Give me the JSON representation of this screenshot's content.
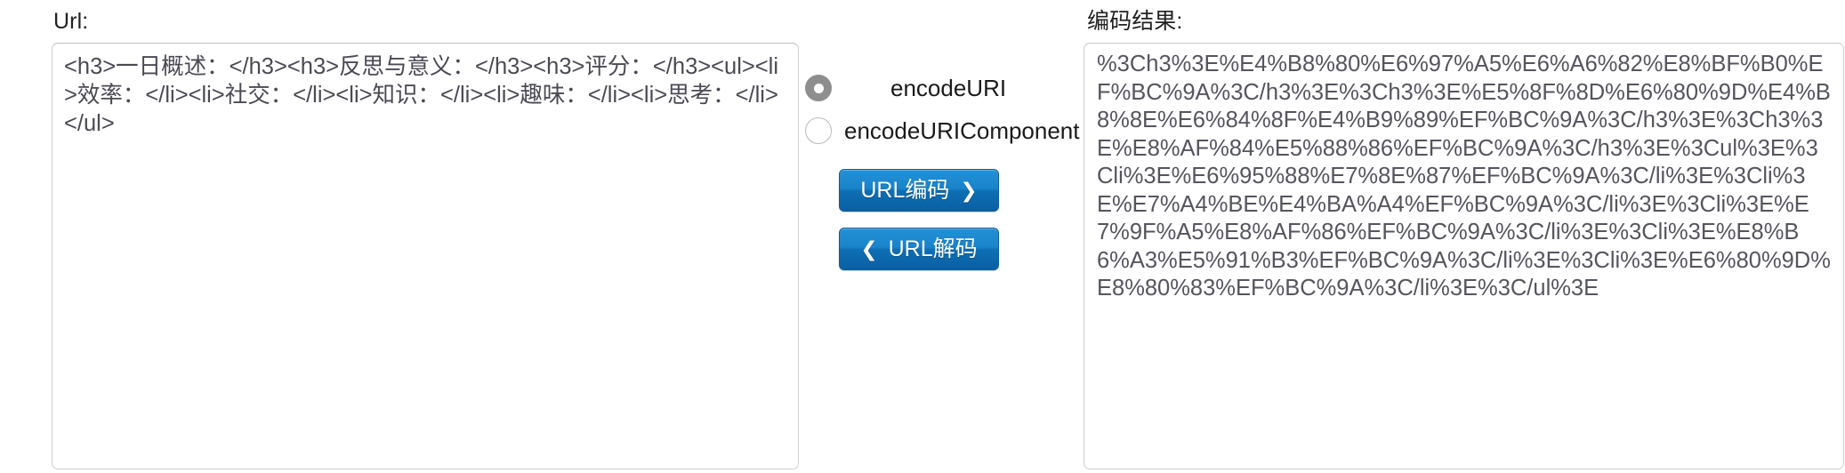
{
  "left": {
    "label": "Url:",
    "input_value": "<h3>一日概述：</h3><h3>反思与意义：</h3><h3>评分：</h3><ul><li>效率：</li><li>社交：</li><li>知识：</li><li>趣味：</li><li>思考：</li></ul>",
    "placeholder": ""
  },
  "center": {
    "radios": [
      {
        "id": "encodeURI",
        "label": "encodeURI",
        "checked": true
      },
      {
        "id": "encodeURIComponent",
        "label": "encodeURIComponent",
        "checked": false
      }
    ],
    "encode_button": {
      "label": "URL编码",
      "chevron": "❯"
    },
    "decode_button": {
      "label": "URL解码",
      "chevron": "❮"
    },
    "colors": {
      "button_top": "#2390d6",
      "button_bottom": "#0a5fa3",
      "button_border": "#0f5f97",
      "radio_checked_fill": "#8e8e8e",
      "radio_unchecked_border": "#b9b9b9"
    }
  },
  "right": {
    "label": "编码结果:",
    "result_value": "%3Ch3%3E%E4%B8%80%E6%97%A5%E6%A6%82%E8%BF%B0%EF%BC%9A%3C/h3%3E%3Ch3%3E%E5%8F%8D%E6%80%9D%E4%B8%8E%E6%84%8F%E4%B9%89%EF%BC%9A%3C/h3%3E%3Ch3%3E%E8%AF%84%E5%88%86%EF%BC%9A%3C/h3%3E%3Cul%3E%3Cli%3E%E6%95%88%E7%8E%87%EF%BC%9A%3C/li%3E%3Cli%3E%E7%A4%BE%E4%BA%A4%EF%BC%9A%3C/li%3E%3Cli%3E%E7%9F%A5%E8%AF%86%EF%BC%9A%3C/li%3E%3Cli%3E%E8%B6%A3%E5%91%B3%EF%BC%9A%3C/li%3E%3Cli%3E%E6%80%9D%E8%80%83%EF%BC%9A%3C/li%3E%3C/ul%3E",
    "placeholder": ""
  }
}
